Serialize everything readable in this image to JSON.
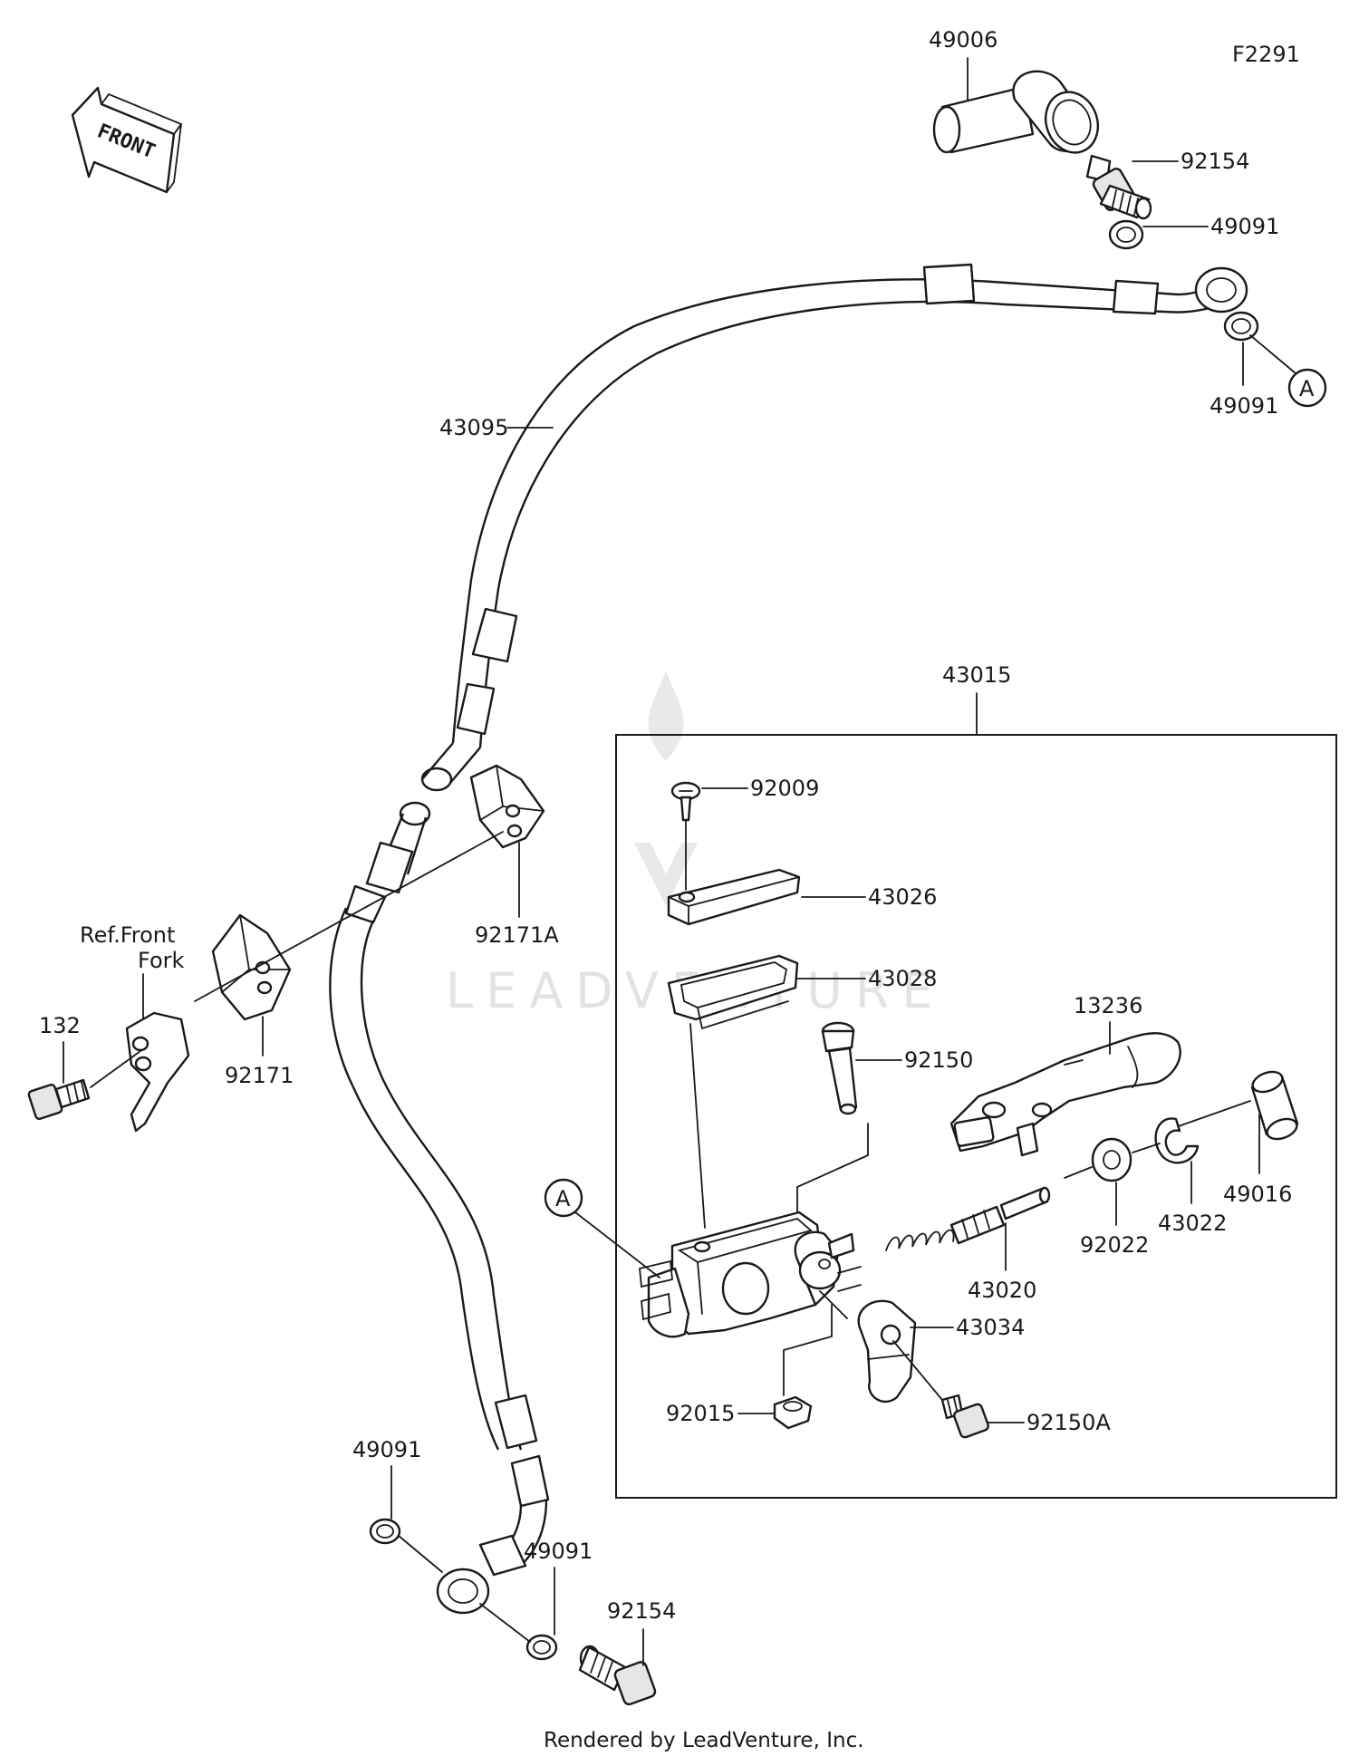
{
  "diagram_code": "F2291",
  "front_arrow_text": "FRONT",
  "reference_label_line1": "Ref.Front",
  "reference_label_line2": "Fork",
  "circle_marker": "A",
  "watermark": "LEADVENTURE",
  "footer": "Rendered by LeadVenture, Inc.",
  "parts": {
    "p49006": "49006",
    "p92154_top": "92154",
    "p49091_top1": "49091",
    "p49091_top2": "49091",
    "p43095": "43095",
    "p43015": "43015",
    "p92009": "92009",
    "p43026": "43026",
    "p43028": "43028",
    "p92150": "92150",
    "p13236": "13236",
    "p49016": "49016",
    "p43022": "43022",
    "p92022": "92022",
    "p43020": "43020",
    "p43034": "43034",
    "p92150A": "92150A",
    "p92015": "92015",
    "p92171A": "92171A",
    "p92171": "92171",
    "p132": "132",
    "p49091_bot1": "49091",
    "p49091_bot2": "49091",
    "p92154_bot": "92154"
  }
}
